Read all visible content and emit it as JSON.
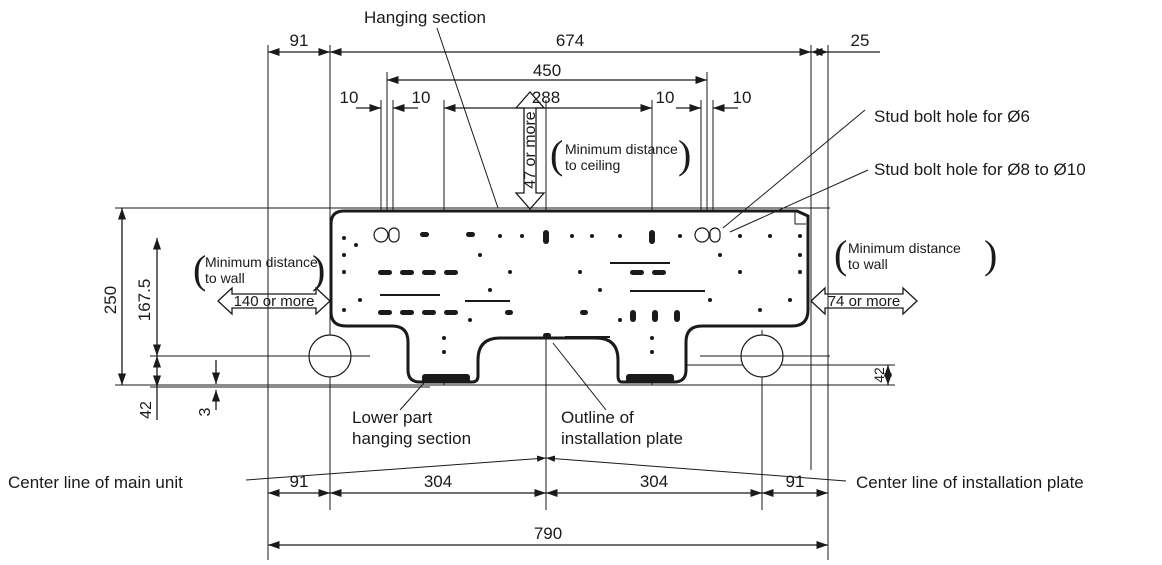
{
  "dimensions": {
    "d91_top_left": "91",
    "d674": "674",
    "d25": "25",
    "d450": "450",
    "d10_a": "10",
    "d10_b": "10",
    "d288": "288",
    "d10_c": "10",
    "d10_d": "10",
    "d47": "47 or more",
    "d250": "250",
    "d167_5": "167.5",
    "d42_left": "42",
    "d3": "3",
    "d42_right": "42",
    "d140": "140 or more",
    "d74": "74 or more",
    "d91_bottom_left": "91",
    "d304_left": "304",
    "d304_right": "304",
    "d91_bottom_right": "91",
    "d790": "790"
  },
  "labels": {
    "hanging_section": "Hanging section",
    "stud_bolt_6": "Stud bolt hole for Ø6",
    "stud_bolt_8_10": "Stud bolt hole for Ø8 to Ø10",
    "min_ceiling_line1": "Minimum distance",
    "min_ceiling_line2": "to ceiling",
    "min_wall_left_line1": "Minimum distance",
    "min_wall_left_line2": "to wall",
    "min_wall_right_line1": "Minimum distance",
    "min_wall_right_line2": "to wall",
    "lower_part_line1": "Lower part",
    "lower_part_line2": "hanging section",
    "outline_line1": "Outline of",
    "outline_line2": "installation plate",
    "center_main_unit": "Center line of main unit",
    "center_plate": "Center line of installation plate"
  },
  "colors": {
    "ink": "#1a1a1a",
    "background": "#ffffff"
  }
}
